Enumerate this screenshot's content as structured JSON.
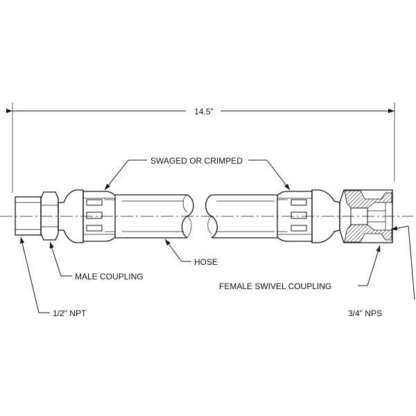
{
  "dimension": {
    "length_label": "14.5\""
  },
  "labels": {
    "swaged": "SWAGED OR CRIMPED",
    "hose": "HOSE",
    "male_coupling": "MALE COUPLING",
    "female_swivel_coupling": "FEMALE SWIVEL COUPLING",
    "male_thread": "1/2\" NPT",
    "female_thread": "3/4\" NPS"
  }
}
